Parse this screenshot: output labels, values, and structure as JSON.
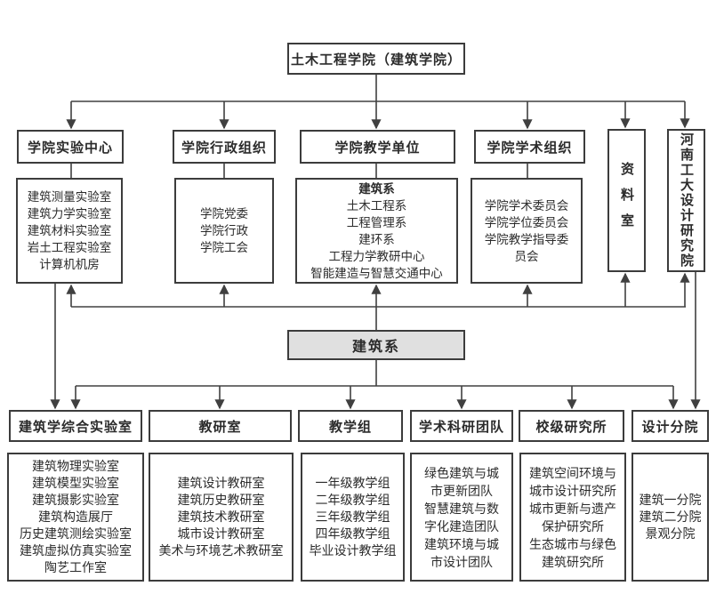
{
  "root": {
    "title": "土木工程学院（建筑学院）"
  },
  "level2": [
    {
      "header": "学院实验中心",
      "items": [
        "建筑测量实验室",
        "建筑力学实验室",
        "建筑材料实验室",
        "岩土工程实验室",
        "计算机机房"
      ]
    },
    {
      "header": "学院行政组织",
      "items": [
        "学院党委",
        "学院行政",
        "学院工会"
      ]
    },
    {
      "header": "学院教学单位",
      "items": [
        "建筑系",
        "土木工程系",
        "工程管理系",
        "建环系",
        "工程力学教研中心",
        "智能建造与智慧交通中心"
      ]
    },
    {
      "header": "学院学术组织",
      "items": [
        "学院学术委员会",
        "学院学位委员会",
        "学院教学指导委员会"
      ]
    }
  ],
  "side_boxes": [
    {
      "label": "资料室"
    },
    {
      "label": "河南工大设计研究院"
    }
  ],
  "middle": {
    "label": "建筑系"
  },
  "level3": [
    {
      "header": "建筑学综合实验室",
      "items": [
        "建筑物理实验室",
        "建筑模型实验室",
        "建筑摄影实验室",
        "建筑构造展厅",
        "历史建筑测绘实验室",
        "建筑虚拟仿真实验室",
        "陶艺工作室"
      ]
    },
    {
      "header": "教研室",
      "items": [
        "建筑设计教研室",
        "建筑历史教研室",
        "建筑技术教研室",
        "城市设计教研室",
        "美术与环境艺术教研室"
      ]
    },
    {
      "header": "教学组",
      "items": [
        "一年级教学组",
        "二年级教学组",
        "三年级教学组",
        "四年级教学组",
        "毕业设计教学组"
      ]
    },
    {
      "header": "学术科研团队",
      "items": [
        "绿色建筑与城市更新团队",
        "智慧建筑与数字化建造团队",
        "建筑环境与城市设计团队"
      ]
    },
    {
      "header": "校级研究所",
      "items": [
        "建筑空间环境与城市设计研究所",
        "城市更新与遗产保护研究所",
        "生态城市与绿色建筑研究所"
      ]
    },
    {
      "header": "设计分院",
      "items": [
        "建筑一分院",
        "建筑二分院",
        "景观分院"
      ]
    }
  ],
  "colors": {
    "line": "#404040",
    "box_border": "#3c3c3c",
    "highlight_fill": "#e0e0e0",
    "background": "#ffffff"
  }
}
